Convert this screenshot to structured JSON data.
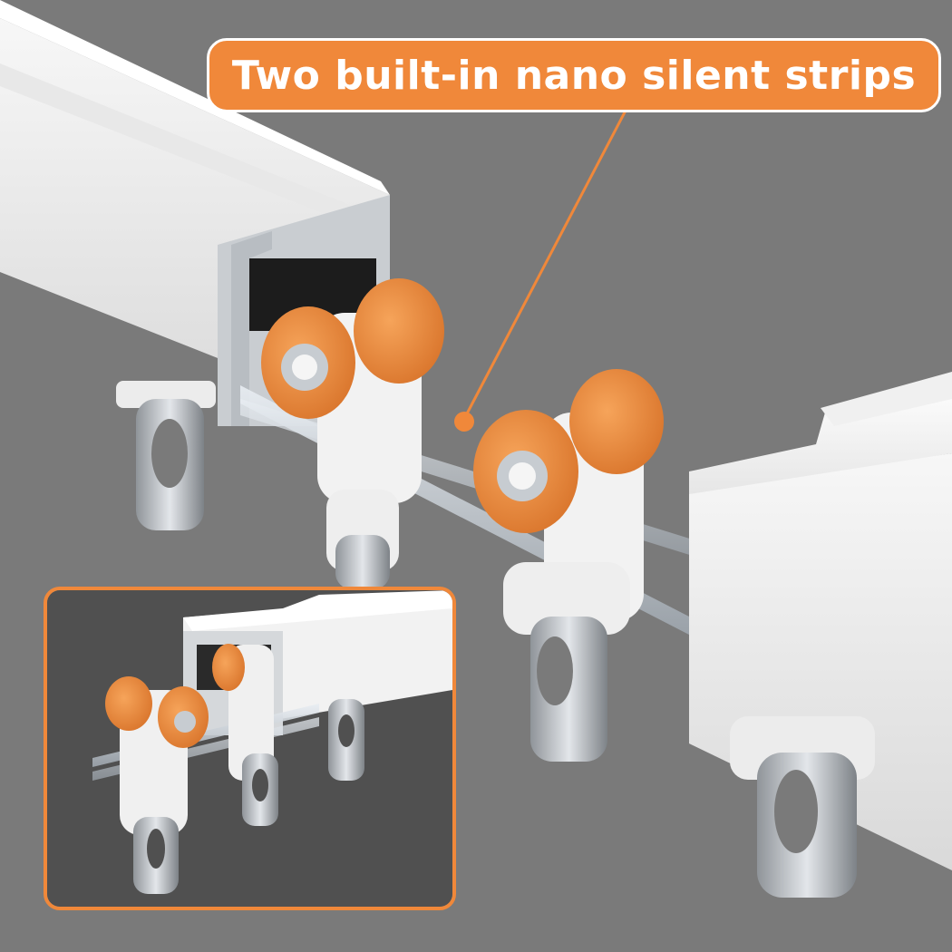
{
  "callout": {
    "text": "Two built-in nano silent strips"
  },
  "colors": {
    "background": "#7a7a7a",
    "accent_orange": "#f0883a",
    "rail_white": "#f4f4f4",
    "inset_background": "#505050"
  },
  "icons": [
    "curtain-rail-track",
    "roller-glider",
    "hook-bracket",
    "silent-strip",
    "pointer-dot"
  ]
}
